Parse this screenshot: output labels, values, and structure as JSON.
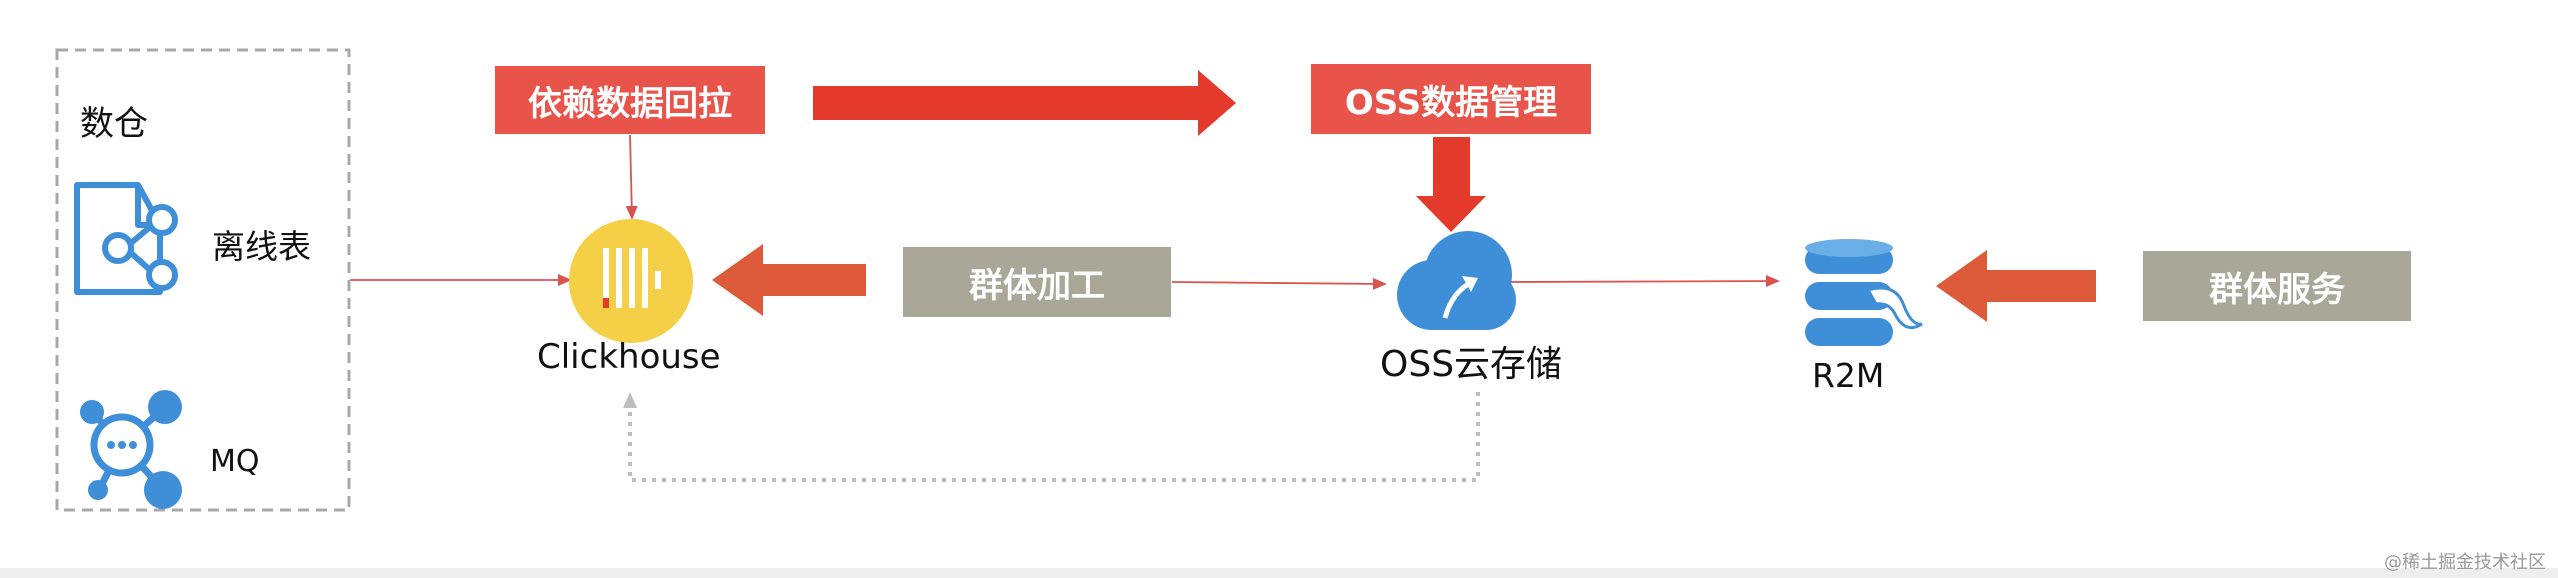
{
  "warehouse": {
    "title": "数仓",
    "offline_table_label": "离线表",
    "mq_label": "MQ"
  },
  "nodes": {
    "clickhouse": "Clickhouse",
    "oss": "OSS云存储",
    "r2m": "R2M"
  },
  "labels": {
    "dependency_pullback": "依赖数据回拉",
    "oss_management": "OSS数据管理",
    "group_processing": "群体加工",
    "group_service": "群体服务"
  },
  "watermark": "@稀土掘金技术社区",
  "colors": {
    "red_label": "#e8534a",
    "big_red_arrow": "#e43a2b",
    "orange_arrow": "#dd5a3a",
    "gray_label": "#a9a797",
    "blue_icon": "#3f8fd8",
    "clickhouse_yellow": "#f5cf45",
    "thin_line": "#d9534f"
  }
}
